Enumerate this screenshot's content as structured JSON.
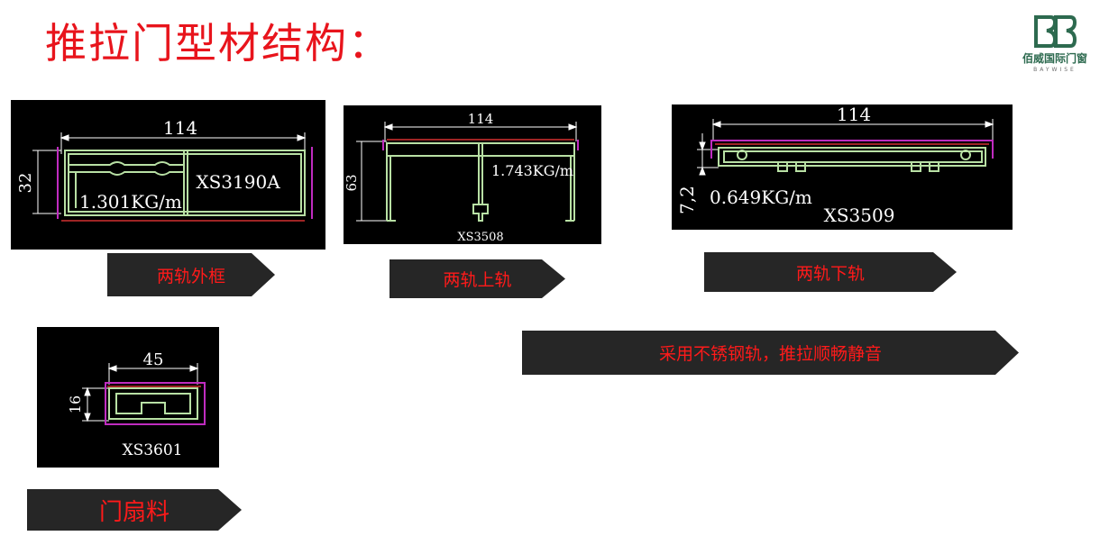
{
  "title": "推拉门型材结构：",
  "logo": {
    "mark": "BB",
    "name_cn": "佰威国际门窗",
    "name_en": "BAYWISE"
  },
  "profiles": [
    {
      "code": "XS3190A",
      "width": "114",
      "height": "32",
      "weight": "1.301KG/m",
      "label": "两轨外框"
    },
    {
      "code": "XS3508",
      "width": "114",
      "height": "63",
      "weight": "1.743KG/m",
      "label": "两轨上轨"
    },
    {
      "code": "XS3509",
      "width": "114",
      "height": "7,2",
      "weight": "0.649KG/m",
      "label": "两轨下轨"
    },
    {
      "code": "XS3601",
      "width": "45",
      "height": "16",
      "label": "门扇料"
    }
  ],
  "note": "采用不锈钢轨，推拉顺畅静音",
  "colors": {
    "title": "#e8141c",
    "label_text": "#ff1a1a",
    "arrow_bg": "#262626",
    "profile_line": "#b8e0a4",
    "magenta": "#c02cc0",
    "red_line": "#d23030"
  }
}
